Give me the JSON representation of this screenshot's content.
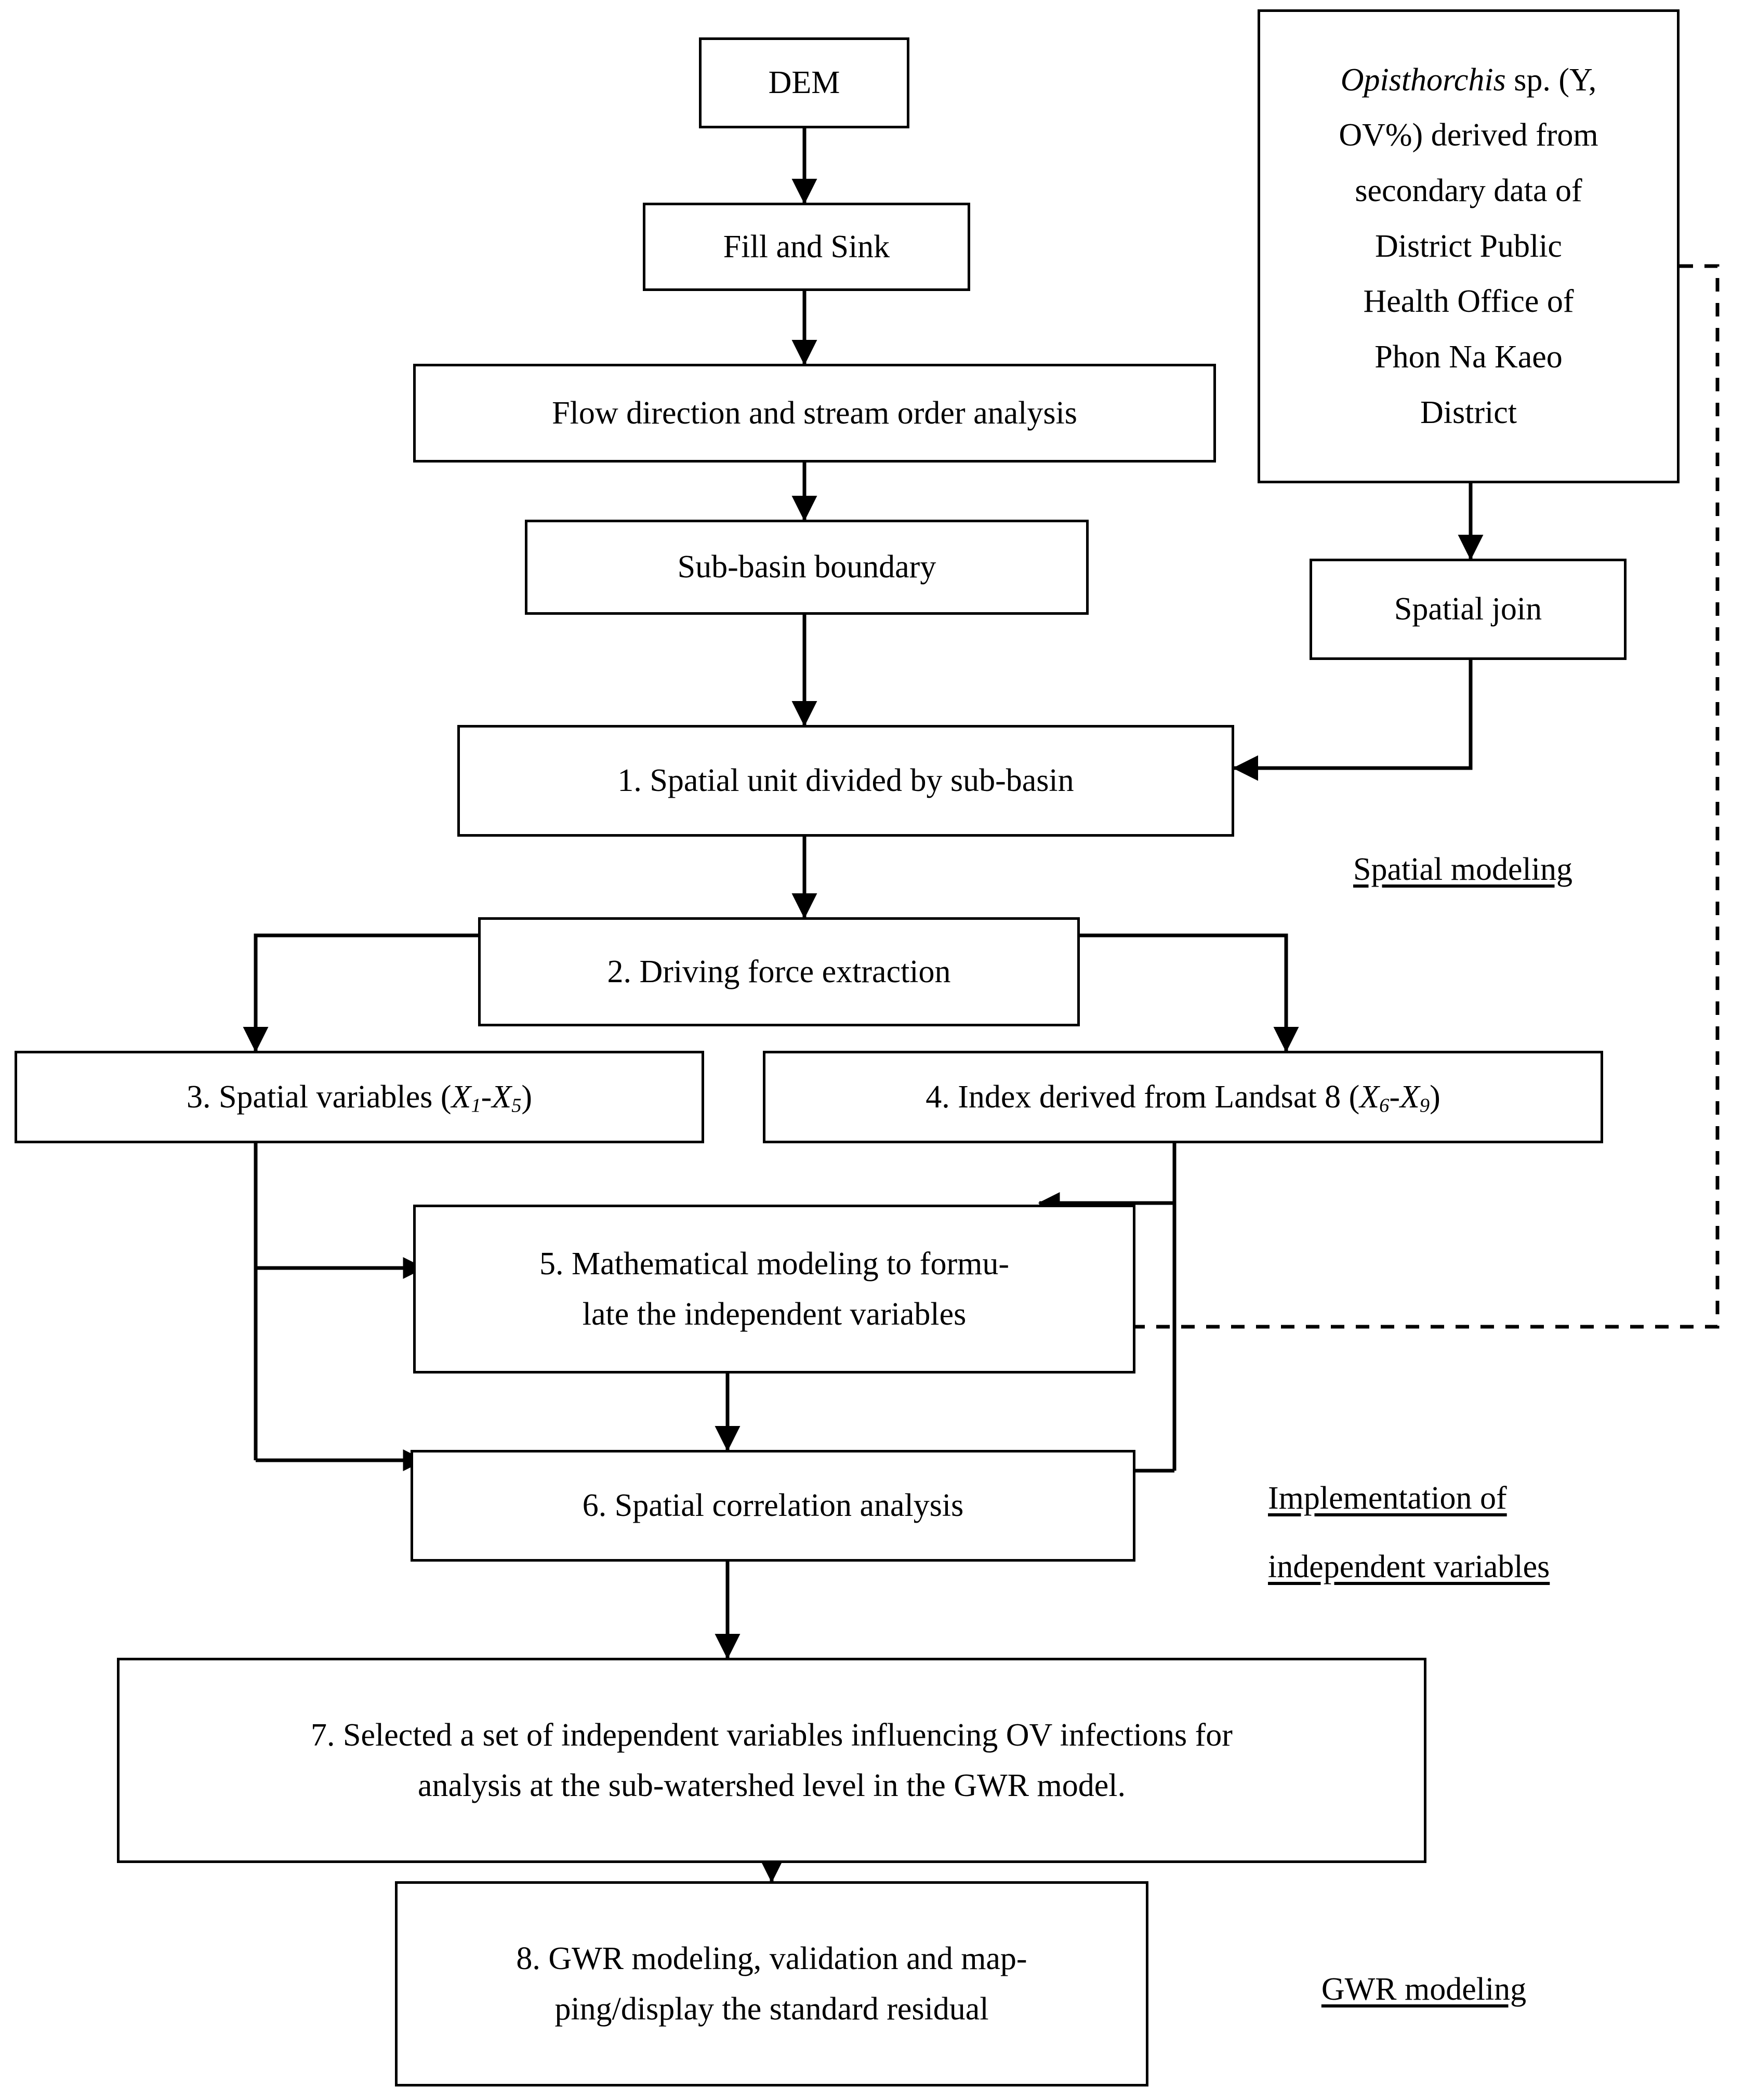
{
  "diagram": {
    "title": "OV infection spatial modeling workflow",
    "type": "flowchart",
    "background": "#ffffff",
    "line_color": "#000000"
  },
  "nodes": {
    "dem": {
      "label": "DEM"
    },
    "fill_and_sink": {
      "label": "Fill and Sink"
    },
    "flow_direction": {
      "label": "Flow direction and stream order analysis"
    },
    "sub_basin_boundary": {
      "label": "Sub-basin boundary"
    },
    "opisthorchis": {
      "line1_italic": "Opisthorchis",
      "line1_rest": " sp. (Y,",
      "line2": "OV%) derived from",
      "line3": "secondary data of",
      "line4": "District Public",
      "line5": "Health Office of",
      "line6": "Phon Na Kaeo",
      "line7": "District"
    },
    "spatial_join": {
      "label": "Spatial join"
    },
    "step1": {
      "label": "1. Spatial unit divided by sub-basin"
    },
    "step2": {
      "label": "2. Driving force extraction"
    },
    "step3": {
      "prefix": "3. Spatial variables (",
      "var_a": "X",
      "sub_a": "1",
      "dash": "-",
      "var_b": "X",
      "sub_b": "5",
      "suffix": ")"
    },
    "step4": {
      "prefix": "4. Index derived from Landsat 8 (",
      "var_a": "X",
      "sub_a": "6",
      "dash": "-",
      "var_b": "X",
      "sub_b": "9",
      "suffix": ")"
    },
    "step5": {
      "line1": "5. Mathematical modeling to formu-",
      "line2": "late the independent variables"
    },
    "step6": {
      "label": "6. Spatial correlation analysis"
    },
    "step7": {
      "line1": "7. Selected a set of independent variables influencing OV infections for",
      "line2": "analysis at the sub-watershed level in the GWR model."
    },
    "step8": {
      "line1": "8. GWR modeling, validation and map-",
      "line2": "ping/display the standard residual"
    }
  },
  "captions": {
    "spatial_modeling": {
      "line1": "Spatial modeling"
    },
    "implementation": {
      "line1": "Implementation of",
      "line2": "independent variables"
    },
    "gwr_modeling": {
      "line1": "GWR modeling"
    }
  },
  "edges": [
    {
      "from": "dem",
      "to": "fill_and_sink",
      "style": "solid"
    },
    {
      "from": "fill_and_sink",
      "to": "flow_direction",
      "style": "solid"
    },
    {
      "from": "flow_direction",
      "to": "sub_basin_boundary",
      "style": "solid"
    },
    {
      "from": "sub_basin_boundary",
      "to": "step1",
      "style": "solid"
    },
    {
      "from": "opisthorchis",
      "to": "spatial_join",
      "style": "solid"
    },
    {
      "from": "spatial_join",
      "to": "step1",
      "style": "solid"
    },
    {
      "from": "step1",
      "to": "step2",
      "style": "solid"
    },
    {
      "from": "step2",
      "to": "step3",
      "style": "solid"
    },
    {
      "from": "step2",
      "to": "step4",
      "style": "solid"
    },
    {
      "from": "step3",
      "to": "step5",
      "style": "solid"
    },
    {
      "from": "step3",
      "to": "step6",
      "style": "solid"
    },
    {
      "from": "step4",
      "to": "step5",
      "style": "solid"
    },
    {
      "from": "step4",
      "to": "step6",
      "style": "solid"
    },
    {
      "from": "opisthorchis",
      "to": "step5",
      "style": "dashed"
    },
    {
      "from": "step5",
      "to": "step6",
      "style": "solid"
    },
    {
      "from": "step6",
      "to": "step7",
      "style": "solid"
    },
    {
      "from": "step7",
      "to": "step8",
      "style": "solid"
    }
  ]
}
